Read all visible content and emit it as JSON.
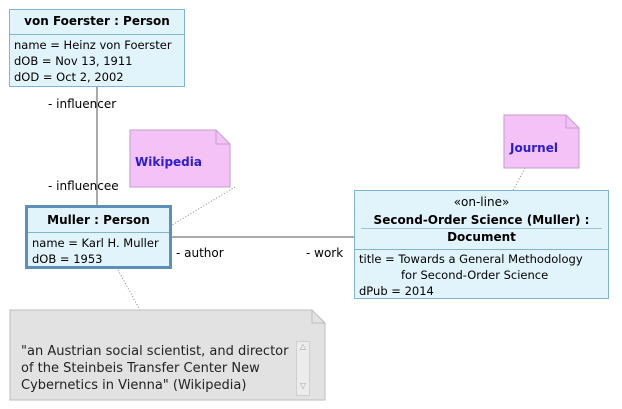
{
  "objects": {
    "von_foerster": {
      "title": "von Foerster : Person",
      "attrs": [
        "name = Heinz von Foerster",
        "dOB = Nov 13, 1911",
        "dOD = Oct 2, 2002"
      ]
    },
    "muller": {
      "title": "Muller : Person",
      "attrs": [
        "name = Karl H. Muller",
        "dOB = 1953"
      ]
    },
    "document": {
      "stereotype": "«on-line»",
      "title_line1": "Second-Order Science (Muller) :",
      "title_line2": "Document",
      "attrs": [
        "title = Towards a General Methodology",
        "for Second-Order Science",
        "dPub = 2014"
      ]
    }
  },
  "notes": {
    "wikipedia": "Wikipedia",
    "journel": "Journel"
  },
  "roles": {
    "influencer": "- influencer",
    "influencee": "- influencee",
    "author": "- author",
    "work": "- work"
  },
  "comment": {
    "line1": "\"an Austrian social scientist, and director",
    "line2": "of the Steinbeis Transfer Center New",
    "line3": "Cybernetics in Vienna\" (Wikipedia)"
  },
  "colors": {
    "object_fill": "#e2f4fb",
    "object_border": "#81b5cf",
    "selected_border": "#5e8fba",
    "note_fill": "#f5c2f7",
    "note_text": "#2a1bd9",
    "comment_fill": "#e2e2e2"
  }
}
